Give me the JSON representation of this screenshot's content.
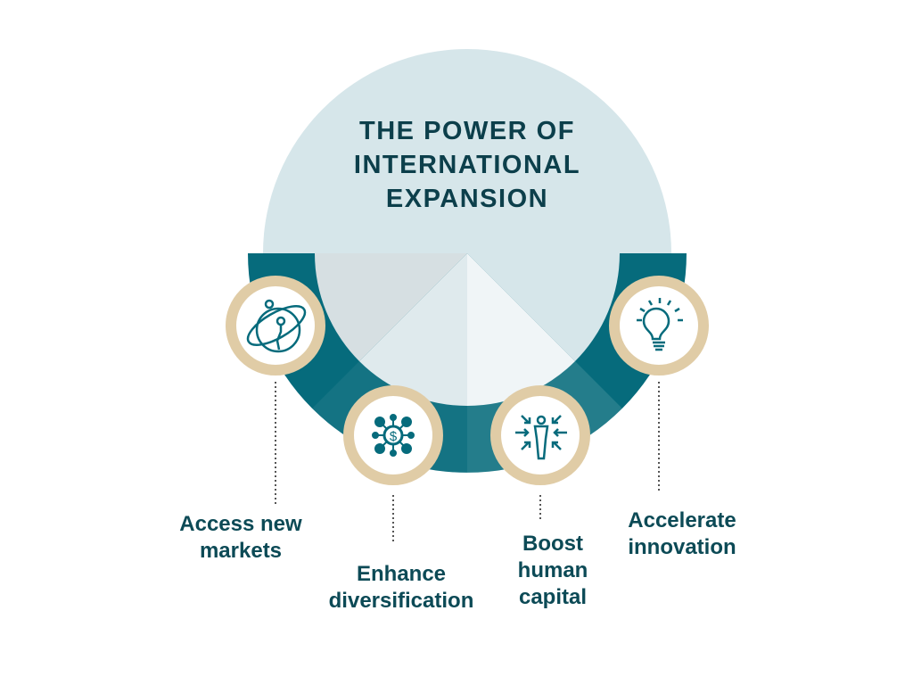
{
  "title": "THE POWER OF INTERNATIONAL EXPANSION",
  "items": [
    {
      "label": "Access new markets",
      "icon": "globe-icon"
    },
    {
      "label": "Enhance diversification",
      "icon": "dollar-network-icon"
    },
    {
      "label": "Boost human capital",
      "icon": "person-arrows-icon"
    },
    {
      "label": "Accelerate innovation",
      "icon": "lightbulb-icon"
    }
  ],
  "colors": {
    "teal": "#066b7c",
    "light": "#d6e6ea",
    "beige": "#e0cca6",
    "text": "#0c4a56"
  }
}
